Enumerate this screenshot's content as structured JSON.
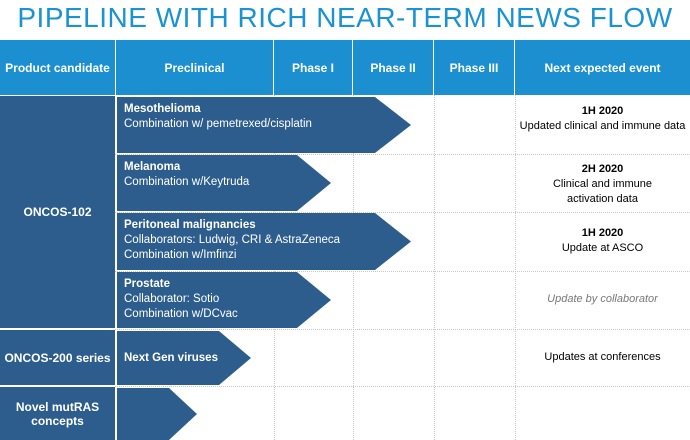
{
  "title": "PIPELINE WITH RICH NEAR-TERM NEWS FLOW",
  "header": {
    "product": "Product candidate",
    "preclinical": "Preclinical",
    "phase1": "Phase I",
    "phase2": "Phase II",
    "phase3": "Phase III",
    "next_event": "Next expected event"
  },
  "candidates": {
    "oncos102": "ONCOS-102",
    "oncos200": "ONCOS-200 series",
    "mutras": "Novel mutRAS concepts"
  },
  "programs": {
    "mesothelioma": {
      "name": "Mesothelioma",
      "line1": "Combination w/ pemetrexed/cisplatin",
      "progress_phase": "Phase II"
    },
    "melanoma": {
      "name": "Melanoma",
      "line1": "Combination w/Keytruda",
      "progress_phase": "Phase I"
    },
    "peritoneal": {
      "name": "Peritoneal malignancies",
      "line1": "Collaborators: Ludwig, CRI & AstraZeneca",
      "line2": "Combination w/Imfinzi",
      "progress_phase": "Phase II"
    },
    "prostate": {
      "name": "Prostate",
      "line1": "Collaborator: Sotio",
      "line2": "Combination w/DCvac",
      "progress_phase": "Phase I"
    },
    "nextgen": {
      "name": "Next Gen viruses",
      "progress_phase": "Preclinical"
    },
    "mutras": {
      "name": "",
      "progress_phase": "Preclinical"
    }
  },
  "events": {
    "mesothelioma": {
      "date": "1H 2020",
      "text": "Updated clinical and immune data"
    },
    "melanoma": {
      "date": "2H 2020",
      "text": "Clinical and immune activation data"
    },
    "peritoneal": {
      "date": "1H 2020",
      "text": "Update at ASCO"
    },
    "prostate": {
      "text": "Update by collaborator"
    },
    "oncos200": {
      "text": "Updates at conferences"
    }
  },
  "colors": {
    "header_blue": "#1b8fd0",
    "bar_navy": "#2d5d8c",
    "title_blue": "#1a93d3"
  }
}
